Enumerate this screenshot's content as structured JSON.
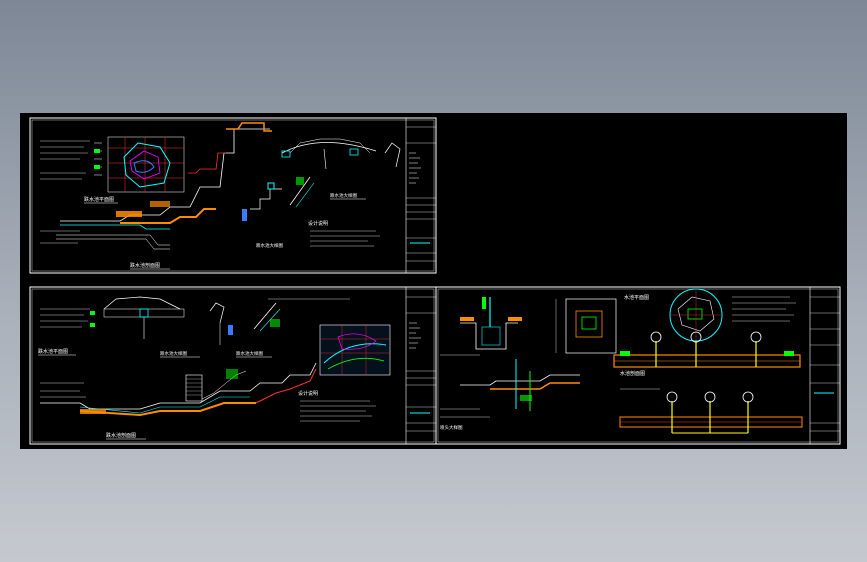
{
  "viewer": {
    "background_top": "#7d8796",
    "background_bottom": "#c5c9cf",
    "canvas_color": "#000000"
  },
  "palette": {
    "frame": "#ffffff",
    "cyan": "#00ffff",
    "green": "#00ff00",
    "red": "#ff3030",
    "yellow": "#ffff00",
    "orange": "#ff8c00",
    "blue": "#3a7bff",
    "magenta": "#ff00ff"
  },
  "sheets": [
    {
      "id": "sheet-1",
      "plan_label": "跌水池平面图",
      "section_label": "跌水池剖面图",
      "detail_label": "跌水池大样图",
      "notes_title": "设计说明"
    },
    {
      "id": "sheet-2",
      "plan_label": "跌水池平面图",
      "section_label": "跌水池剖面图",
      "detail_label": "跌水池大样图",
      "notes_title": "设计说明"
    },
    {
      "id": "sheet-3",
      "plan_label": "水池平面图",
      "section_label": "水池剖面图",
      "detail_label": "喷头大样图"
    }
  ],
  "icons": [
    "fountain-jet-icon"
  ]
}
